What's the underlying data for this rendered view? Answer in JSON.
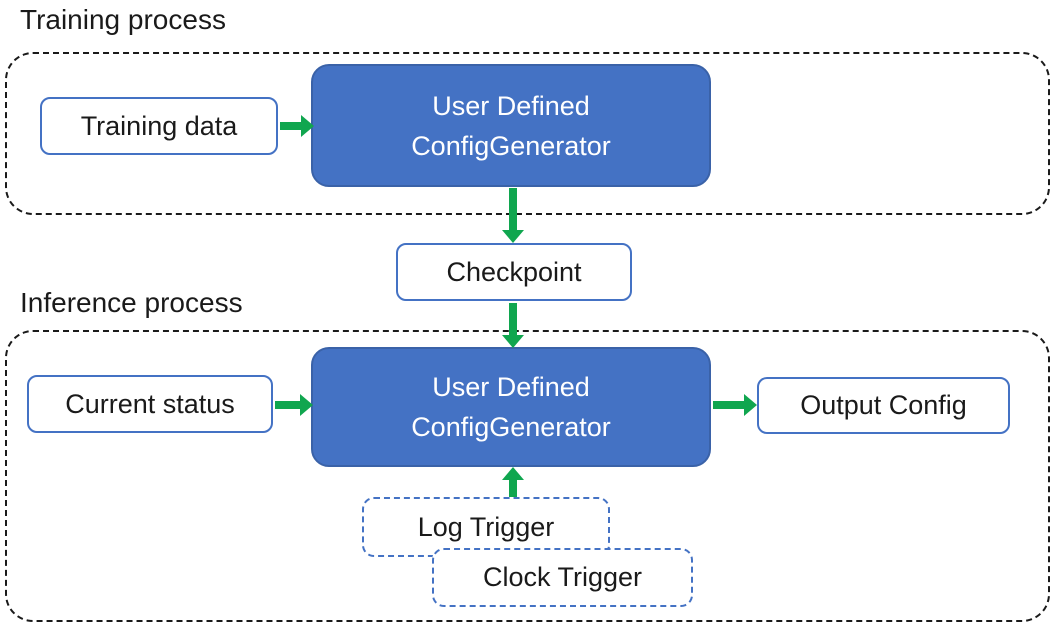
{
  "colors": {
    "node_fill_blue": "#4472C4",
    "node_border_blue": "#4472C4",
    "generator_outline_blue": "#3A62A8",
    "arrow_green": "#10A64F",
    "container_dash_black": "#1A1A1A",
    "text_black": "#1A1A1A",
    "text_white": "#FFFFFF"
  },
  "training": {
    "label": "Training process",
    "input_label": "Training data",
    "generator_line1": "User Defined",
    "generator_line2": "ConfigGenerator"
  },
  "checkpoint": {
    "label": "Checkpoint"
  },
  "inference": {
    "label": "Inference process",
    "input_label": "Current status",
    "generator_line1": "User Defined",
    "generator_line2": "ConfigGenerator",
    "output_label": "Output Config",
    "log_trigger_label": "Log Trigger",
    "clock_trigger_label": "Clock Trigger"
  }
}
